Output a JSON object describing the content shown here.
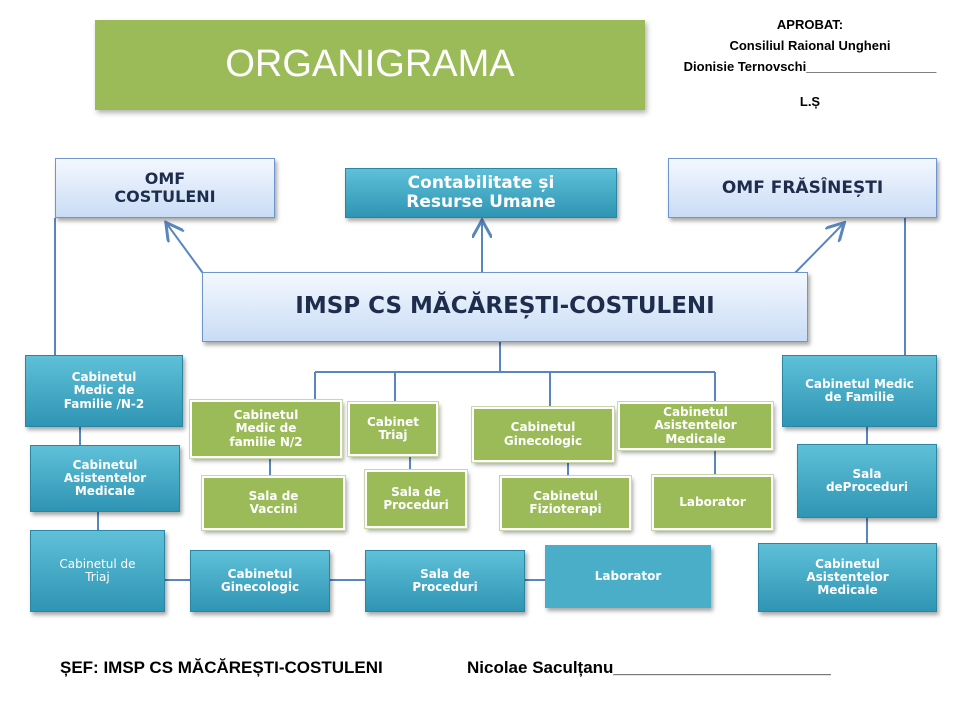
{
  "title": "ORGANIGRAMA",
  "approval": {
    "line1": "APROBAT:",
    "line2": "Consiliul Raional Ungheni",
    "line3": "Dionisie Ternovschi__________________",
    "line4": "L.Ș"
  },
  "top": {
    "omf_left": "OMF\nCOSTULENI",
    "accounting": "Contabilitate și\nResurse Umane",
    "omf_right": "OMF FRĂSÎNEȘTI"
  },
  "center": "IMSP CS MĂCĂREȘTI-COSTULENI",
  "left": {
    "medic": "Cabinetul\nMedic de\nFamilie /N-2",
    "asistente": "Cabinetul\nAsistentelor\nMedicale",
    "triaj": "Cabinetul de\nTriaj"
  },
  "bottom": {
    "ginecologic": "Cabinetul\nGinecologic",
    "proceduri": "Sala de\nProceduri",
    "laborator": "Laborator"
  },
  "right": {
    "medic": "Cabinetul Medic\nde Familie",
    "proceduri": "Sala\ndeProceduri",
    "asistente": "Cabinetul\nAsistentelor\nMedicale"
  },
  "green_row1": [
    "Cabinetul\nMedic de\nfamilie    N/2",
    "Cabinet\nTriaj",
    "Cabinetul\nGinecologic",
    "Cabinetul\nAsistentelor\nMedicale"
  ],
  "green_row2": [
    "Sala de\nVaccini",
    "Sala de\nProceduri",
    "Cabinetul\nFizioterapi",
    "Laborator"
  ],
  "footer": {
    "chief": "ȘEF: IMSP CS MĂCĂREȘTI-COSTULENI",
    "name": "Nicolae Saculțanu_______________________"
  }
}
